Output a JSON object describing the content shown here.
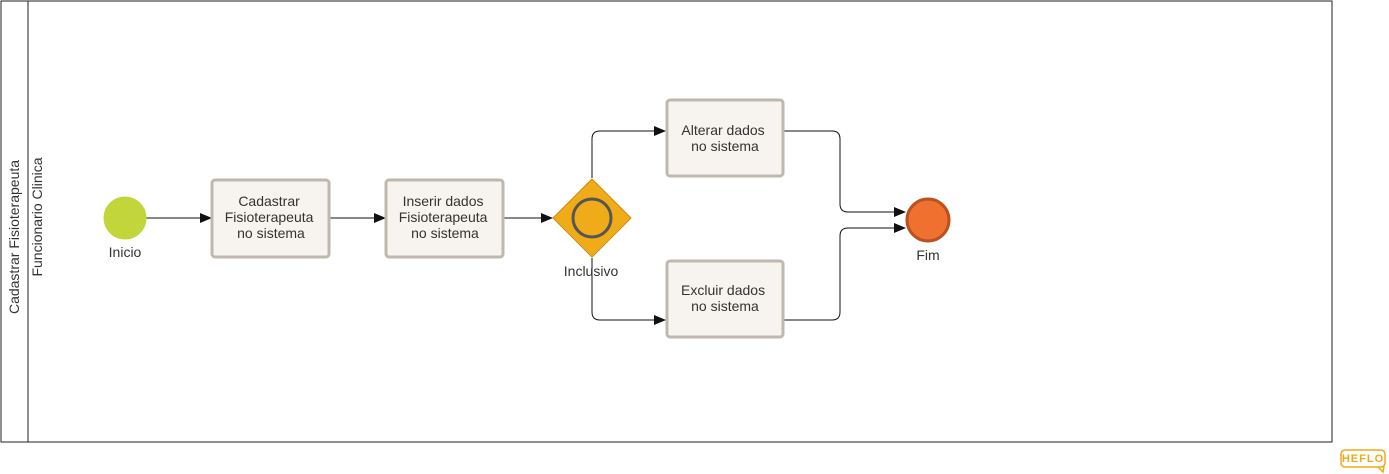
{
  "pool": {
    "label": "Cadastrar Fisioterapeuta"
  },
  "lane": {
    "label": "Funcionario Clinica"
  },
  "events": {
    "start": {
      "label": "Inicio",
      "color": "#c2d63c"
    },
    "end": {
      "label": "Fim",
      "color": "#f07030"
    }
  },
  "tasks": {
    "cadastrar": {
      "lines": [
        "Cadastrar",
        "Fisioterapeuta",
        "no sistema"
      ]
    },
    "inserir": {
      "lines": [
        "Inserir dados",
        "Fisioterapeuta",
        "no sistema"
      ]
    },
    "alterar": {
      "lines": [
        "Alterar dados",
        "no sistema"
      ]
    },
    "excluir": {
      "lines": [
        "Excluir dados",
        "no sistema"
      ]
    }
  },
  "gateway": {
    "label": "Inclusivo",
    "type": "inclusive",
    "color": "#f0ac18"
  },
  "brand": {
    "logo": "HEFLO",
    "color": "#f0a818"
  }
}
